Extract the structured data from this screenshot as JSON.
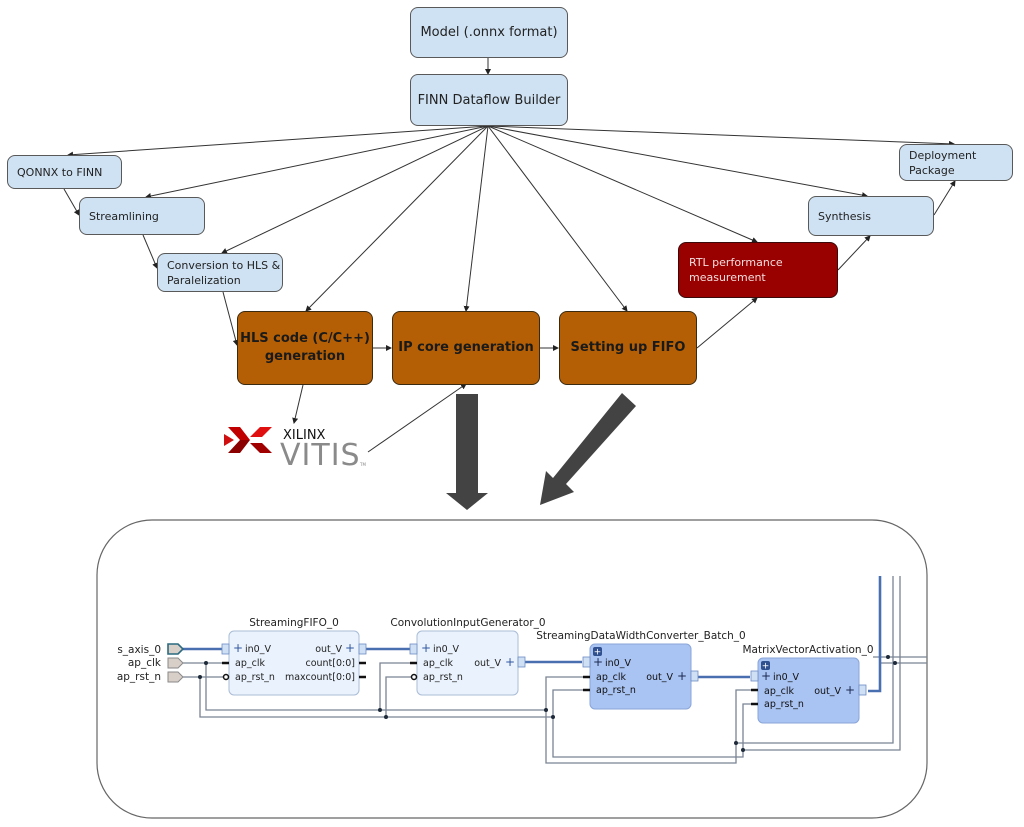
{
  "flow": {
    "model": "Model (.onnx format)",
    "builder": "FINN Dataflow Builder",
    "qonnx": "QONNX to FINN",
    "streamlining": "Streamlining",
    "conversion": "Conversion to HLS &\nParalelization",
    "hls": "HLS code (C/C++)\ngeneration",
    "ipcore": "IP core generation",
    "fifo": "Setting up FIFO",
    "rtl": "RTL performance\nmeasurement",
    "synthesis": "Synthesis",
    "deployment": "Deployment\nPackage"
  },
  "logo": {
    "brand": "XILINX",
    "product": "VITIS",
    "tm": "TM"
  },
  "colors": {
    "light_box": "#cfe2f3",
    "orange_box": "#b45f06",
    "red_box": "#990000",
    "big_arrow": "#434343",
    "ip_block_light": "#eaf3fd",
    "ip_block_dark": "#a9c3f2",
    "bus": "#4a6fb0"
  },
  "block_design": {
    "ports": [
      "s_axis_0",
      "ap_clk",
      "ap_rst_n"
    ],
    "blocks": [
      {
        "name": "StreamingFIFO_0",
        "inputs": [
          "in0_V",
          "ap_clk",
          "ap_rst_n"
        ],
        "outputs": [
          "out_V",
          "count[0:0]",
          "maxcount[0:0]"
        ]
      },
      {
        "name": "ConvolutionInputGenerator_0",
        "inputs": [
          "in0_V",
          "ap_clk",
          "ap_rst_n"
        ],
        "outputs": [
          "out_V"
        ]
      },
      {
        "name": "StreamingDataWidthConverter_Batch_0",
        "inputs": [
          "in0_V",
          "ap_clk",
          "ap_rst_n"
        ],
        "outputs": [
          "out_V"
        ]
      },
      {
        "name": "MatrixVectorActivation_0",
        "inputs": [
          "in0_V",
          "ap_clk",
          "ap_rst_n"
        ],
        "outputs": [
          "out_V"
        ]
      }
    ]
  }
}
